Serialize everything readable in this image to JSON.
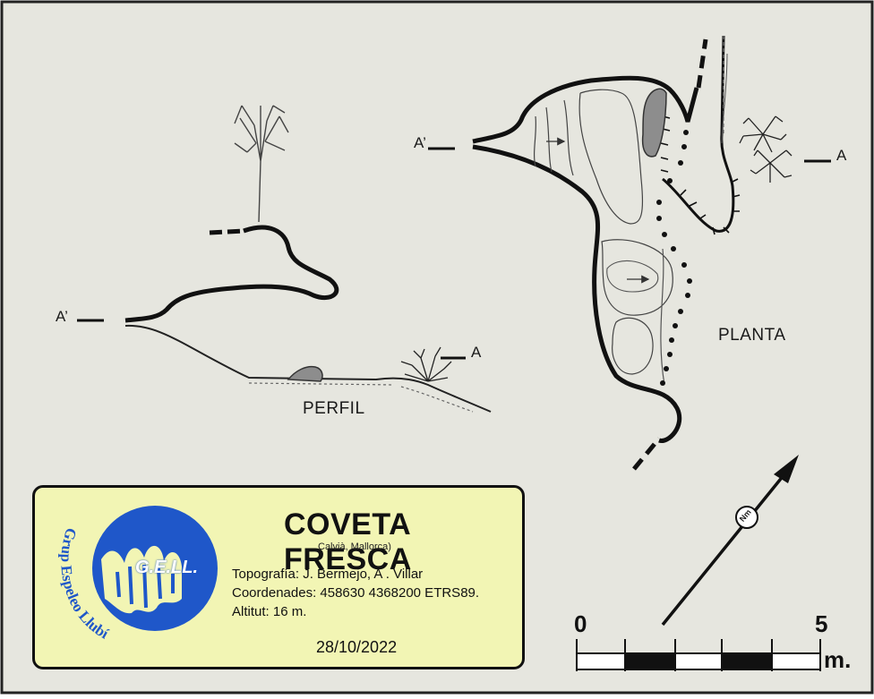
{
  "map": {
    "labels": {
      "plan_a_prime": "A’",
      "plan_a": "A",
      "profile_a_prime": "A’",
      "profile_a": "A",
      "profile_section": "PERFIL",
      "plan_section": "PLANTA"
    }
  },
  "legend": {
    "cave_name": "COVETA FRESCA",
    "location": "Calvià, Mallorca)",
    "topography": "Topografía: J. Bermejo, A . Villar",
    "coordinates": "Coordenades: 458630 4368200  ETRS89.",
    "altitude": "Altitut: 16 m.",
    "date": "28/10/2022",
    "logo": {
      "initials": "G.E.LL.",
      "group_name": "Grup Espeleo Llubí"
    }
  },
  "north_arrow": {
    "label": "Nm"
  },
  "scale_bar": {
    "min_label": "0",
    "max_label": "5",
    "unit": "m."
  },
  "colors": {
    "background": "#e6e6df",
    "legend_fill": "#f2f5b4",
    "logo_blue": "#1f57c9",
    "rock_fill": "#8d8d8d"
  }
}
